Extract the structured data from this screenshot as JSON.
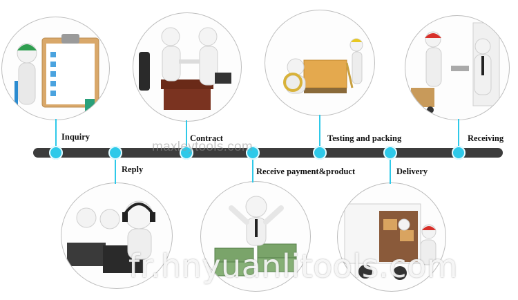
{
  "steps": {
    "inquiry": "Inquiry",
    "reply": "Reply",
    "contract": "Contract",
    "receive_payment": "Receive payment&product",
    "testing_packing": "Testing and packing",
    "delivery": "Delivery",
    "receiving": "Receiving"
  },
  "watermarks": {
    "top": "maxleytools.com",
    "bottom": "fr.hnyuanlitools.com"
  },
  "colors": {
    "timeline_bar": "#3c3c3c",
    "node_accent": "#2ec9e9"
  },
  "icons": [
    "inquiry-clipboard-illustration",
    "reply-headset-agents-illustration",
    "contract-handshake-illustration",
    "payment-money-illustration",
    "testing-packing-illustration",
    "delivery-truck-illustration",
    "receiving-signing-illustration"
  ]
}
